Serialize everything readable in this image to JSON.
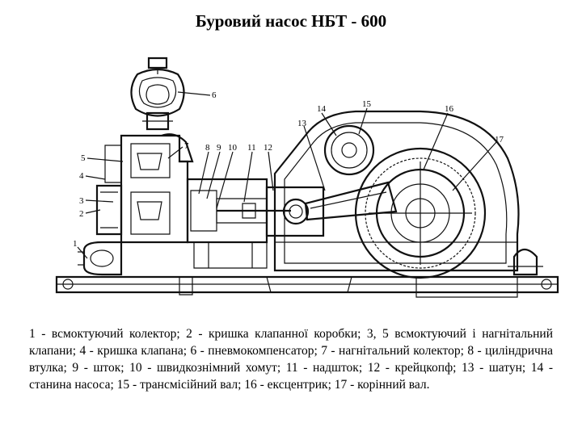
{
  "title": "Буровий насос НБТ - 600",
  "callouts": [
    "1",
    "2",
    "3",
    "4",
    "5",
    "6",
    "7",
    "8",
    "9",
    "10",
    "11",
    "12",
    "13",
    "14",
    "15",
    "16",
    "17"
  ],
  "caption": "1 - всмоктуючий колектор; 2 - кришка клапанної коробки; 3, 5 всмоктуючий і нагнітальний клапани; 4 - кришка клапана; 6 - пневмокомпенсатор; 7 - нагнітальний колектор; 8 - циліндрична втулка; 9 - шток; 10 - швидкознімний хомут; 11 - надшток; 12 - крейцкопф; 13 - шатун; 14 - станина насоса; 15 - трансмісійний вал; 16 - ексцентрик; 17 - корінний вал."
}
